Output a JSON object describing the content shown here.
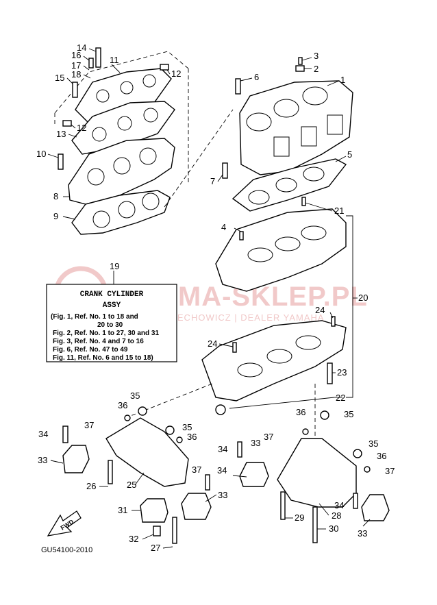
{
  "watermark": {
    "brand": "YAMA-SKLEP.PL",
    "sub": "WOJCIECHOWICZ | DEALER YAMAHA"
  },
  "info_box": {
    "title_line1": "CRANK CYLINDER",
    "title_line2": "ASSY",
    "lines": [
      "(Fig. 1, Ref. No. 1 to 18 and",
      "20 to 30",
      "Fig. 2, Ref. No. 1 to 27, 30 and 31",
      "Fig. 3, Ref. No. 4 and 7 to 16",
      "Fig. 6, Ref. No. 47 to 49",
      "Fig. 11, Ref. No. 6 and 15 to 18)"
    ]
  },
  "fwd_label": "FWD",
  "diagram_code": "GU54100-2010",
  "callouts": {
    "c1": "1",
    "c2": "2",
    "c3": "3",
    "c4": "4",
    "c5": "5",
    "c6": "6",
    "c7": "7",
    "c8": "8",
    "c9": "9",
    "c10": "10",
    "c11": "11",
    "c12a": "12",
    "c12b": "12",
    "c13": "13",
    "c14": "14",
    "c15": "15",
    "c16": "16",
    "c17": "17",
    "c18": "18",
    "c19": "19",
    "c20": "20",
    "c21": "21",
    "c22": "22",
    "c23": "23",
    "c24a": "24",
    "c24b": "24",
    "c25": "25",
    "c26": "26",
    "c27": "27",
    "c28": "28",
    "c29": "29",
    "c30": "30",
    "c31": "31",
    "c32": "32",
    "c33a": "33",
    "c33b": "33",
    "c33c": "33",
    "c33d": "33",
    "c34a": "34",
    "c34b": "34",
    "c34c": "34",
    "c34d": "34",
    "c35a": "35",
    "c35b": "35",
    "c35c": "35",
    "c35d": "35",
    "c36a": "36",
    "c36b": "36",
    "c36c": "36",
    "c36d": "36",
    "c37a": "37",
    "c37b": "37",
    "c37c": "37",
    "c37d": "37"
  }
}
